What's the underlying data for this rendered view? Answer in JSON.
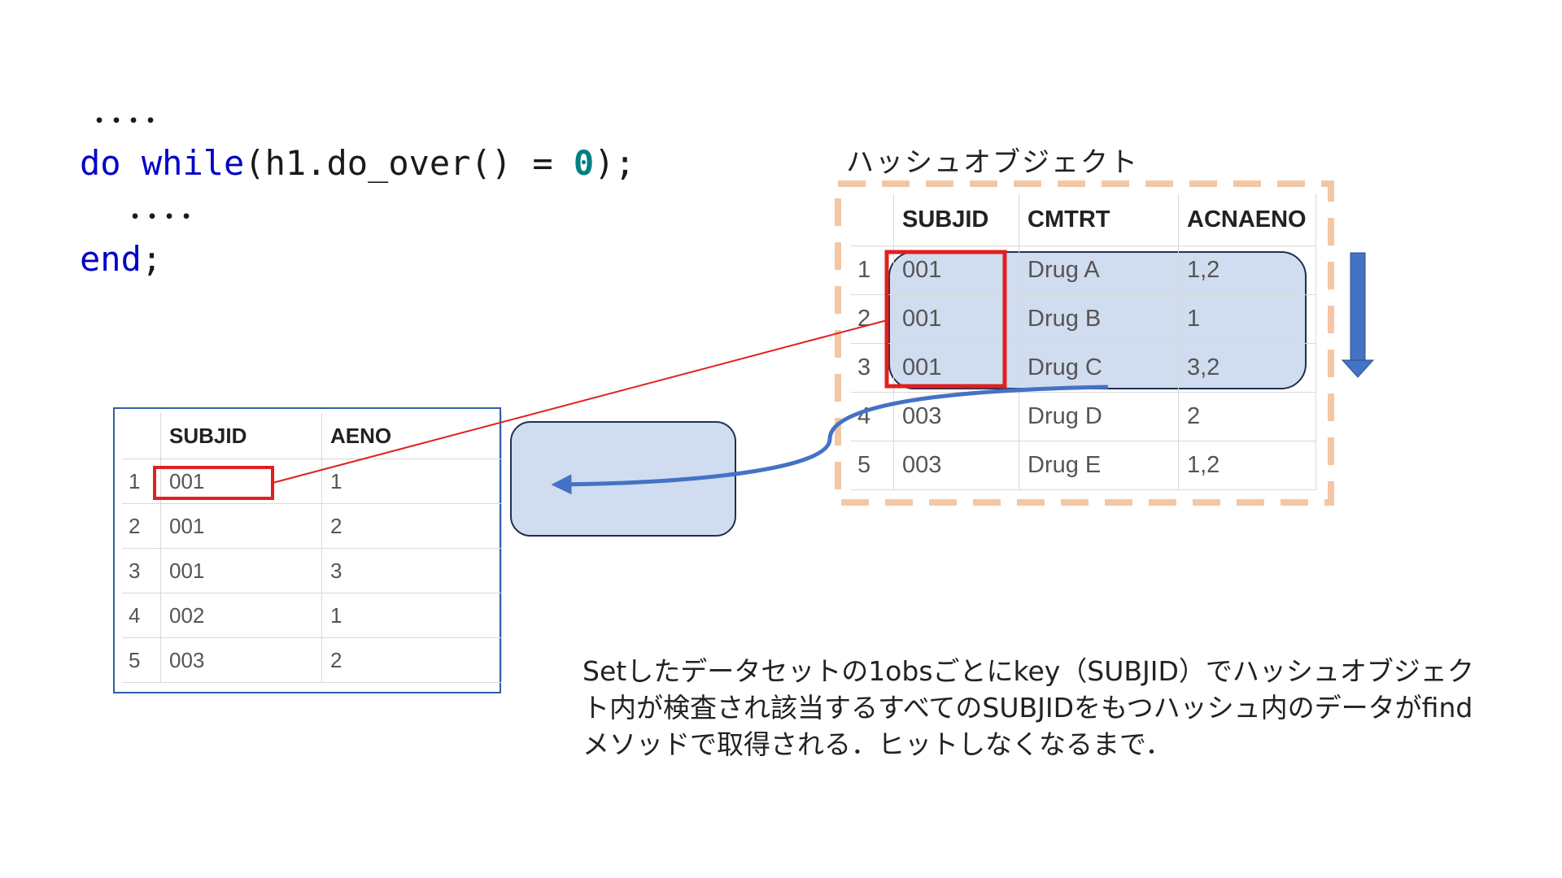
{
  "code": {
    "line1": "．．．．",
    "line2_kw1": "do",
    "line2_kw2": "while",
    "line2_mid": "(h1.do_over() = ",
    "line2_num": "0",
    "line2_end": ");",
    "line3": "．．．．",
    "line4_kw": "end",
    "line4_end": ";"
  },
  "hash_object": {
    "title": "ハッシュオブジェクト",
    "columns": [
      "SUBJID",
      "CMTRT",
      "ACNAENO"
    ],
    "rows": [
      {
        "n": "1",
        "subjid": "001",
        "cmtrt": "Drug A",
        "acnaeno": "1,2"
      },
      {
        "n": "2",
        "subjid": "001",
        "cmtrt": "Drug B",
        "acnaeno": "1"
      },
      {
        "n": "3",
        "subjid": "001",
        "cmtrt": "Drug C",
        "acnaeno": "3,2"
      },
      {
        "n": "4",
        "subjid": "003",
        "cmtrt": "Drug D",
        "acnaeno": "2"
      },
      {
        "n": "5",
        "subjid": "003",
        "cmtrt": "Drug E",
        "acnaeno": "1,2"
      }
    ]
  },
  "dataset": {
    "columns": [
      "SUBJID",
      "AENO"
    ],
    "rows": [
      {
        "n": "1",
        "subjid": "001",
        "aeno": "1"
      },
      {
        "n": "2",
        "subjid": "001",
        "aeno": "2"
      },
      {
        "n": "3",
        "subjid": "001",
        "aeno": "3"
      },
      {
        "n": "4",
        "subjid": "002",
        "aeno": "1"
      },
      {
        "n": "5",
        "subjid": "003",
        "aeno": "2"
      }
    ]
  },
  "description": "Setしたデータセットの1obsごとにkey（SUBJID）でハッシュオブジェクト内が検査され該当するすべてのSUBJIDをもつハッシュ内のデータがfindメソッドで取得される．ヒットしなくなるまで．",
  "colors": {
    "dashed_border": "#f4c7a4",
    "highlight_fill": "#d0dcef",
    "highlight_stroke": "#1f3050",
    "red": "#e02020",
    "blue_arrow": "#4472c4",
    "table_frame": "#2e5ea8"
  }
}
